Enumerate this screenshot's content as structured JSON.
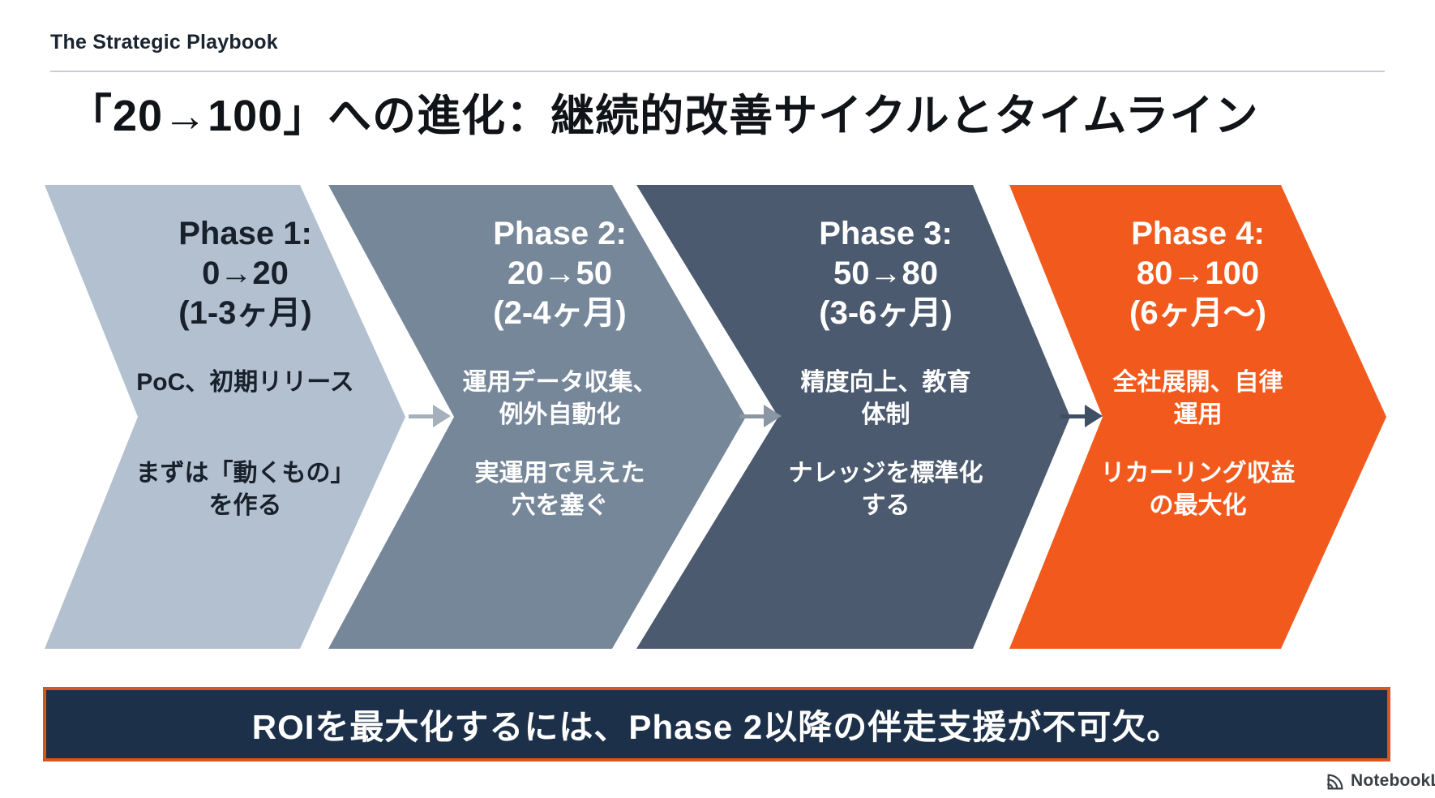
{
  "header": {
    "label": "The Strategic Playbook"
  },
  "title": "「20→100」への進化：継続的改善サイクルとタイムライン",
  "phases": [
    {
      "name": "Phase 1:",
      "range": "0→20",
      "duration": "(1-3ヶ月)",
      "point1": "PoC、初期リリース",
      "point2": "まずは「動くもの」\nを作る",
      "color": "#b3c0cf",
      "text_color": "#17202b"
    },
    {
      "name": "Phase 2:",
      "range": "20→50",
      "duration": "(2-4ヶ月)",
      "point1": "運用データ収集、\n例外自動化",
      "point2": "実運用で見えた\n穴を塞ぐ",
      "color": "#76879a",
      "text_color": "#ffffff"
    },
    {
      "name": "Phase 3:",
      "range": "50→80",
      "duration": "(3-6ヶ月)",
      "point1": "精度向上、教育\n体制",
      "point2": "ナレッジを標準化\nする",
      "color": "#4b5a6e",
      "text_color": "#ffffff"
    },
    {
      "name": "Phase 4:",
      "range": "80→100",
      "duration": "(6ヶ月〜)",
      "point1": "全社展開、自律\n運用",
      "point2": "リカーリング収益\nの最大化",
      "color": "#f25a1d",
      "text_color": "#ffffff"
    }
  ],
  "connectors": [
    {
      "color": "#a6b0bc"
    },
    {
      "color": "#8a96a4"
    },
    {
      "color": "#3f4f66"
    }
  ],
  "banner": {
    "text": "ROIを最大化するには、Phase 2以降の伴走支援が不可欠。",
    "bg": "#1c3049",
    "border": "#d5571f"
  },
  "footer": {
    "logo_text": "NotebookLM"
  }
}
